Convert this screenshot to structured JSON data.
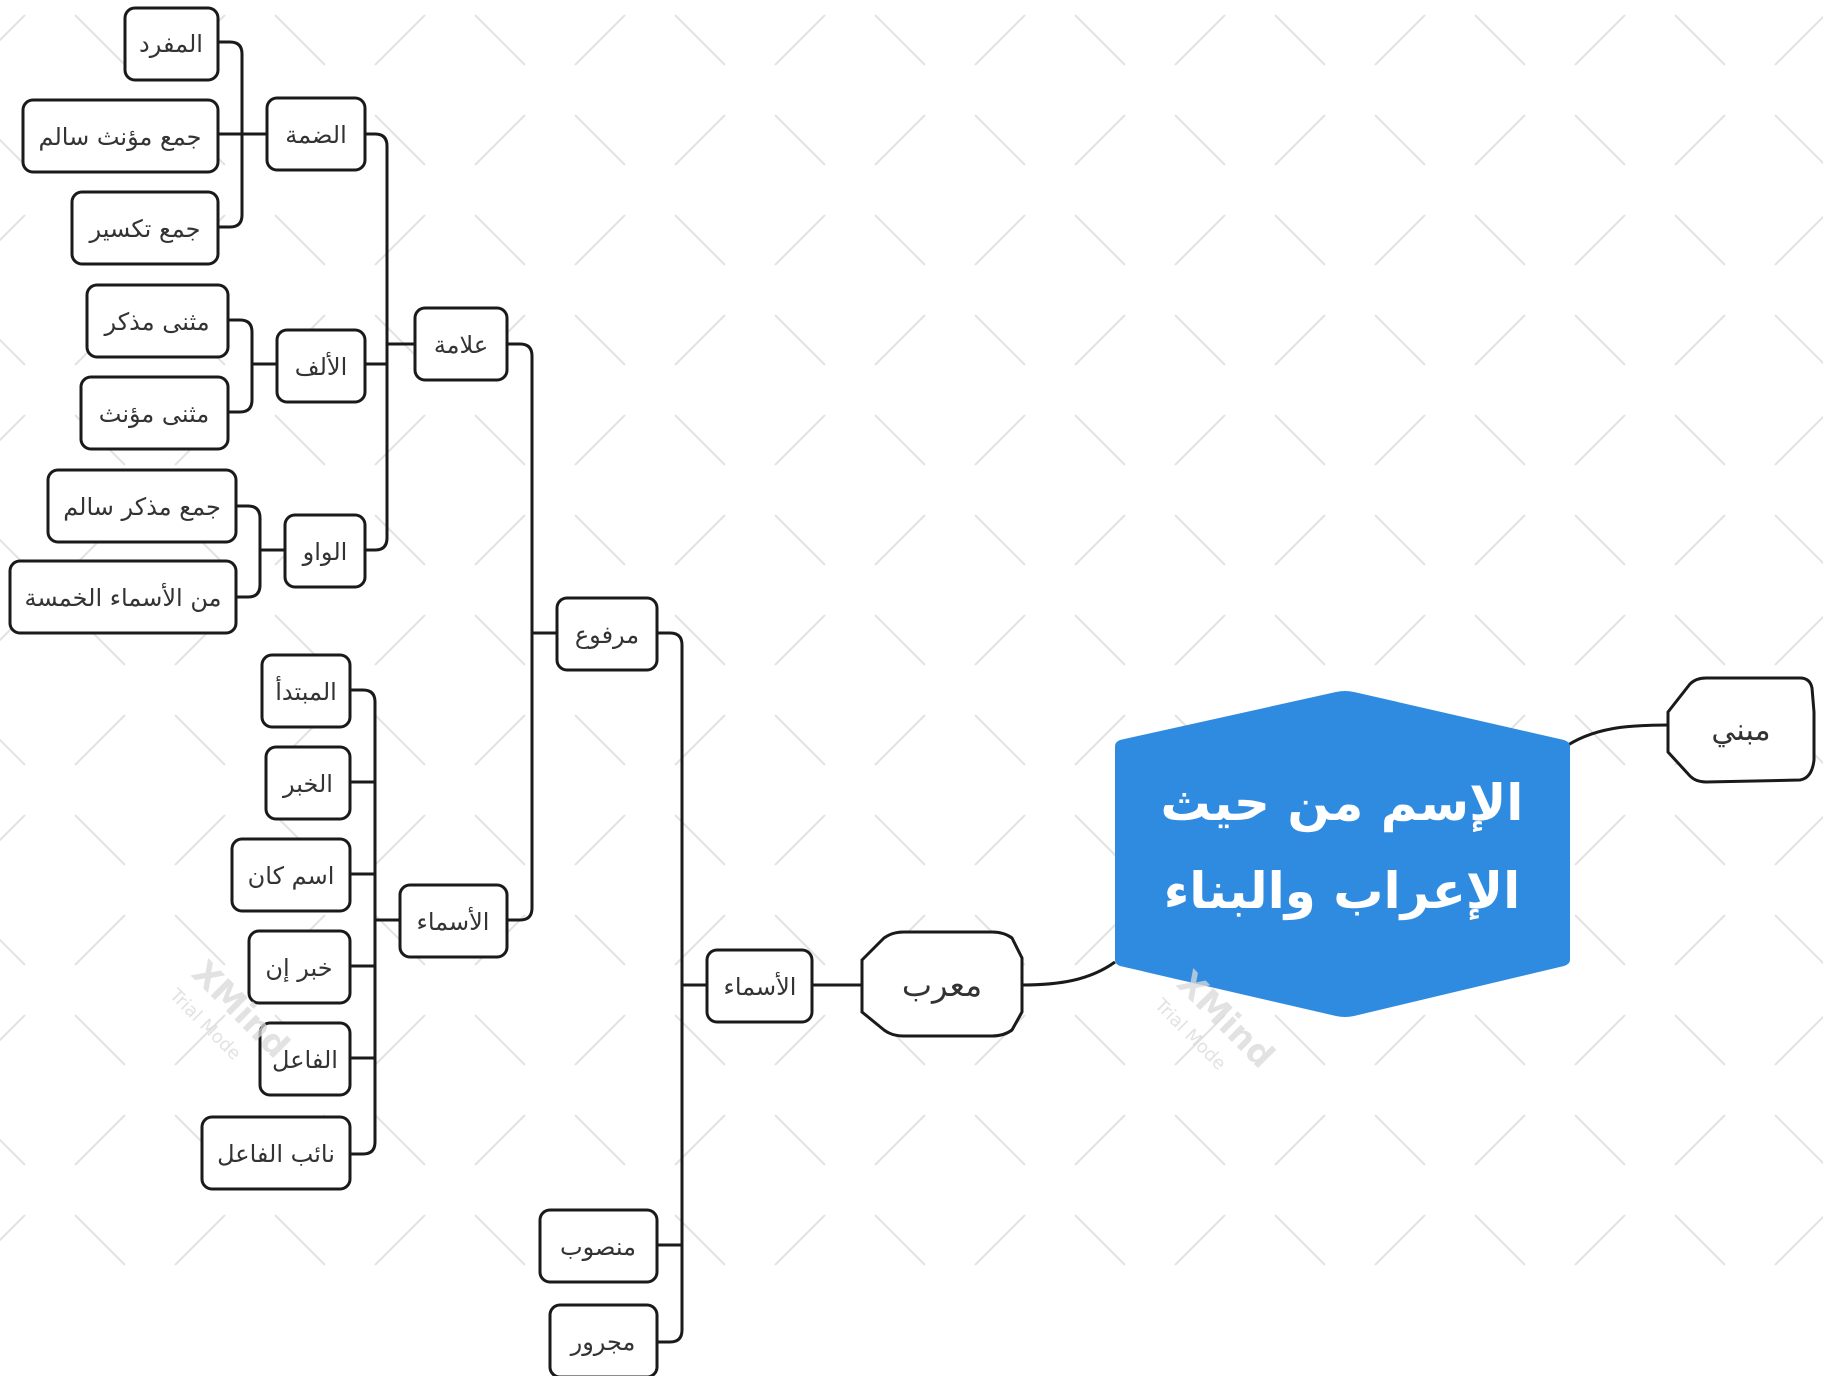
{
  "colors": {
    "root_fill": "#2f8be0",
    "outline": "#1a1a1a",
    "text": "#333333",
    "watermark": "#d9d9d9"
  },
  "watermark": {
    "brand": "XMind",
    "mode": "Trial Mode"
  },
  "root": {
    "line1": "الإسم من حيث",
    "line2": "الإعراب والبناء"
  },
  "nodes": {
    "mabni": "مبني",
    "muarab": "معرب",
    "asmaa_main": "الأسماء",
    "marfoo": "مرفوع",
    "mansoob": "منصوب",
    "majroor": "مجرور",
    "alama": "علامة",
    "asmaa_sub": "الأسماء",
    "damma": "الضمة",
    "alif": "الألف",
    "waw": "الواو",
    "mufrad": "المفرد",
    "jam_muannath": "جمع مؤنث سالم",
    "jam_takseer": "جمع تكسير",
    "muthanna_mudhakkar": "مثنى مذكر",
    "muthanna_muannath": "مثنى مؤنث",
    "jam_mudhakkar": "جمع مذكر سالم",
    "asmaa_khamsa": "من الأسماء الخمسة",
    "mubtada": "المبتدأ",
    "khabar": "الخبر",
    "ism_kana": "اسم كان",
    "khabar_inna": "خبر إن",
    "faail": "الفاعل",
    "naib_faail": "نائب الفاعل"
  }
}
